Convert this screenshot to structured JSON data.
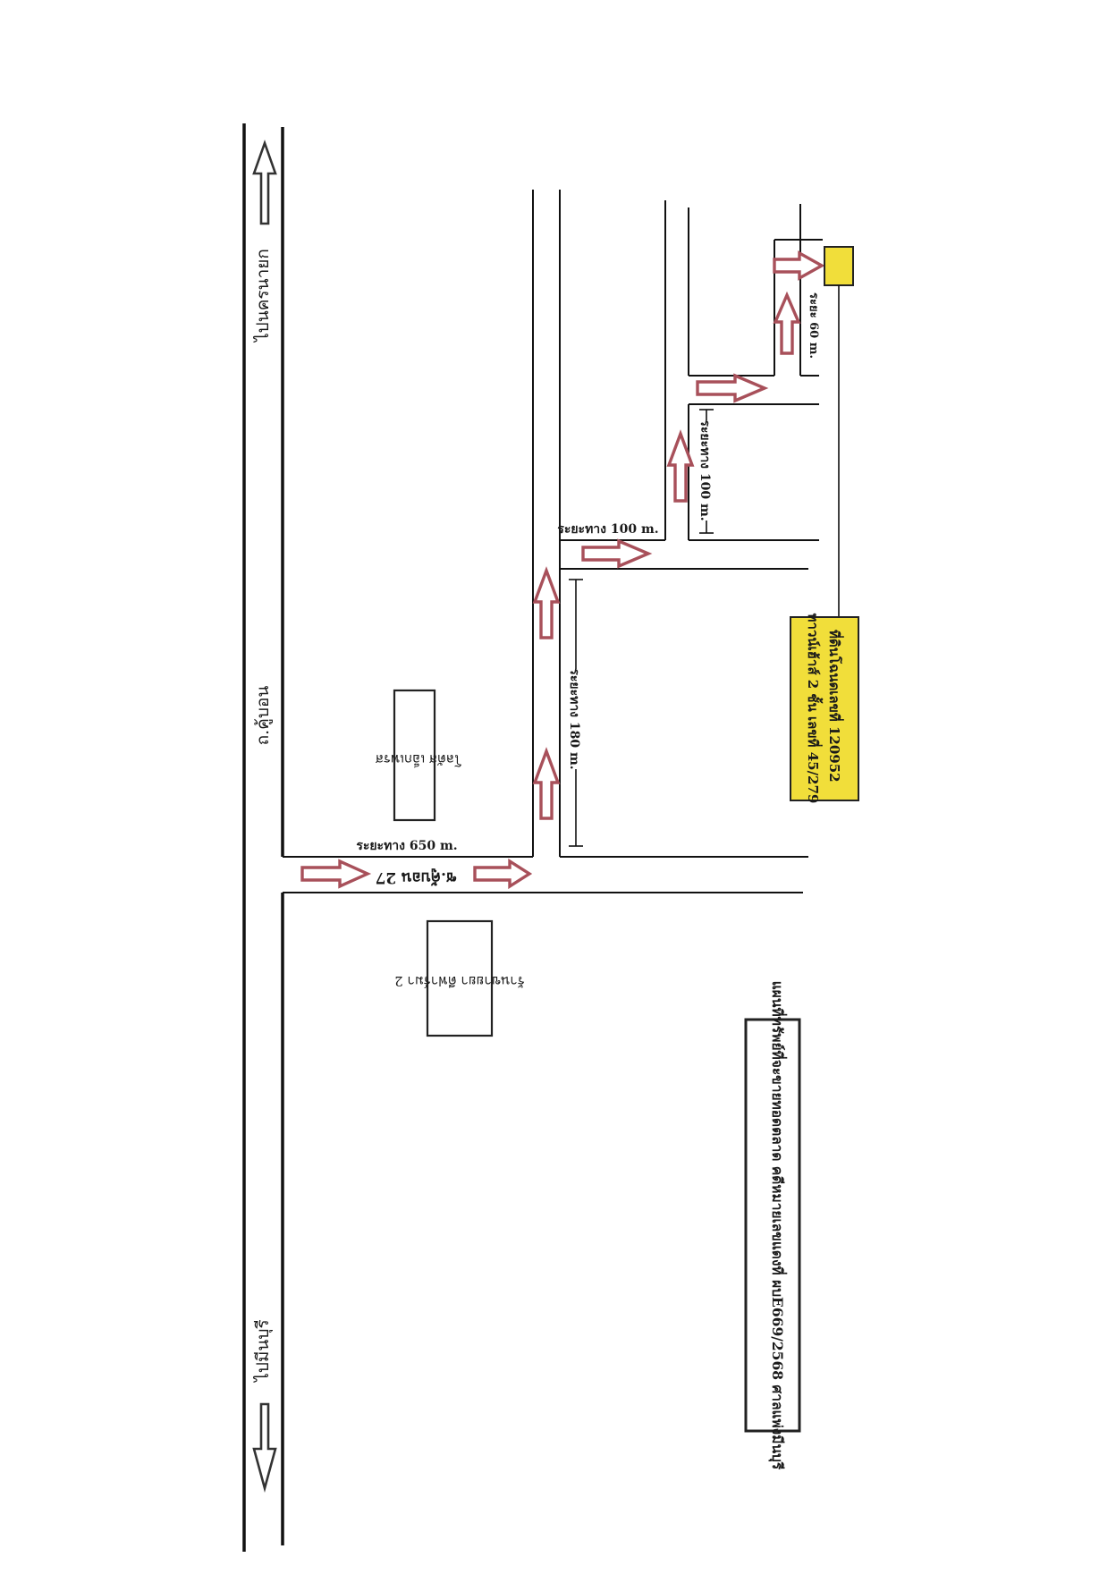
{
  "labels": {
    "to_nakhon_nayok": "ไปนครนายก",
    "to_min_buri": "ไปมีนบุรี",
    "road_name": "ถ.คู้บอน",
    "soi_name": "ซ.คู้บอน 27",
    "lotus_store": "โลตัส เอ็กเพรส",
    "shop_box": "ร้านขายยา ดีฟาร์มา 2",
    "dist_650": "ระยะทาง 650 m.",
    "dist_180": "ระยะทาง 180 m.",
    "dist_100_a": "ระยะทาง 100 m.",
    "dist_100_b": "ระยะทาง 100 m.",
    "dist_60": "ระยะ 60 m."
  },
  "property": {
    "line1": "ที่ดินโฉนดเลขที่ 120952",
    "line2": "ทาวน์เฮ้าส์ 2 ชั้น เลขที่ 45/279"
  },
  "title": "แผนที่ทรัพย์ที่จะขายทอดตลาด คดีหมายเลขแดงที่ ผบE669/2568 ศาลแพ่งมีนบุรี",
  "colors": {
    "arrow_outline": "#a8505a",
    "property_fill": "#f1de3a",
    "road_line": "#111111"
  }
}
